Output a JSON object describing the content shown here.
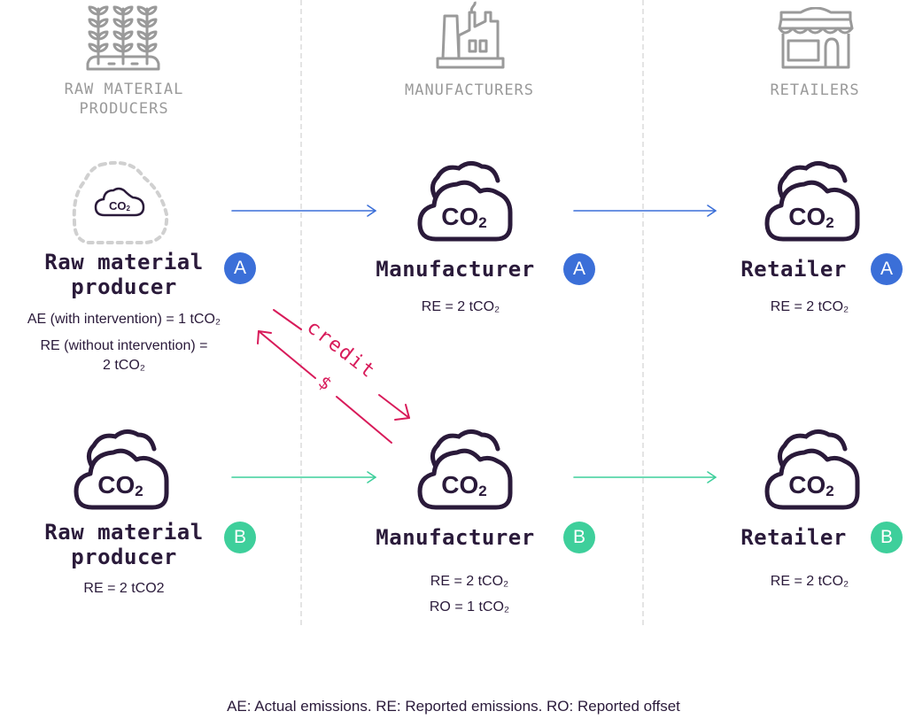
{
  "colors": {
    "chain_a": "#3b6fd8",
    "chain_b": "#3ecf9b",
    "credit": "#d81b5a",
    "ink": "#2a1a3a",
    "muted": "#9a9a9a"
  },
  "columns": [
    {
      "title": "RAW MATERIAL\nPRODUCERS",
      "icon": "wheat-field-icon"
    },
    {
      "title": "MANUFACTURERS",
      "icon": "factory-icon"
    },
    {
      "title": "RETAILERS",
      "icon": "storefront-icon"
    }
  ],
  "cloud_label": "CO",
  "cloud_sub": "2",
  "chain_a": {
    "badge": "A",
    "raw": {
      "title": "Raw material\nproducer",
      "metrics": [
        "AE (with intervention) = 1 tCO₂",
        "RE (without intervention) =\n2 tCO₂"
      ]
    },
    "manufacturer": {
      "title": "Manufacturer",
      "metrics": [
        "RE = 2 tCO₂"
      ]
    },
    "retailer": {
      "title": "Retailer",
      "metrics": [
        "RE = 2 tCO₂"
      ]
    }
  },
  "chain_b": {
    "badge": "B",
    "raw": {
      "title": "Raw material\nproducer",
      "metrics": [
        "RE = 2 tCO2"
      ]
    },
    "manufacturer": {
      "title": "Manufacturer",
      "metrics": [
        "RE = 2 tCO₂",
        "RO = 1 tCO₂"
      ]
    },
    "retailer": {
      "title": "Retailer",
      "metrics": [
        "RE = 2 tCO₂"
      ]
    }
  },
  "exchange": {
    "credit_label": "credit",
    "payment_label": "$"
  },
  "footnote": "AE: Actual emissions. RE: Reported emissions. RO: Reported offset"
}
